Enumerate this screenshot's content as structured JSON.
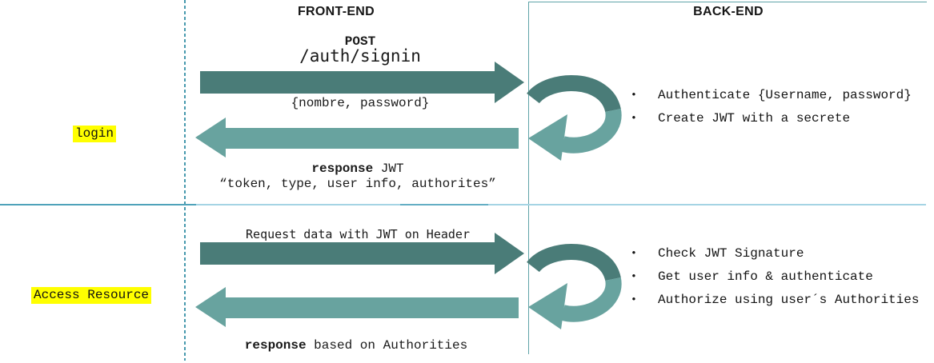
{
  "columns": {
    "frontend": "FRONT-END",
    "backend": "BACK-END"
  },
  "sections": [
    {
      "label": "login",
      "request": {
        "method": "POST",
        "path": "/auth/signin",
        "payload": "{nombre, password}"
      },
      "response": {
        "bold": "response",
        "rest": " JWT",
        "detail": "“token, type, user info, authorites”"
      },
      "backend_steps": [
        "Authenticate {Username, password}",
        "Create JWT with a secrete"
      ]
    },
    {
      "label": "Access Resource",
      "request": {
        "caption": "Request data with JWT on Header"
      },
      "response": {
        "bold": "response",
        "rest": " based on Authorities"
      },
      "backend_steps": [
        "Check JWT Signature",
        "Get user info & authenticate",
        "Authorize using user´s Authorities"
      ]
    }
  ],
  "icons": {
    "bullet": "•",
    "right_arrow": "right-arrow",
    "left_arrow": "left-arrow",
    "loop_arrow": "loop-arrow"
  },
  "colors": {
    "dark_arrow": "#4A7C78",
    "light_arrow": "#68A39F",
    "highlight": "#FFFF00",
    "divider_light": "#A5D4E4",
    "divider_dark": "#4FA2BA",
    "dashed_line": "#4799AD",
    "box_border": "#5FA3A8"
  }
}
